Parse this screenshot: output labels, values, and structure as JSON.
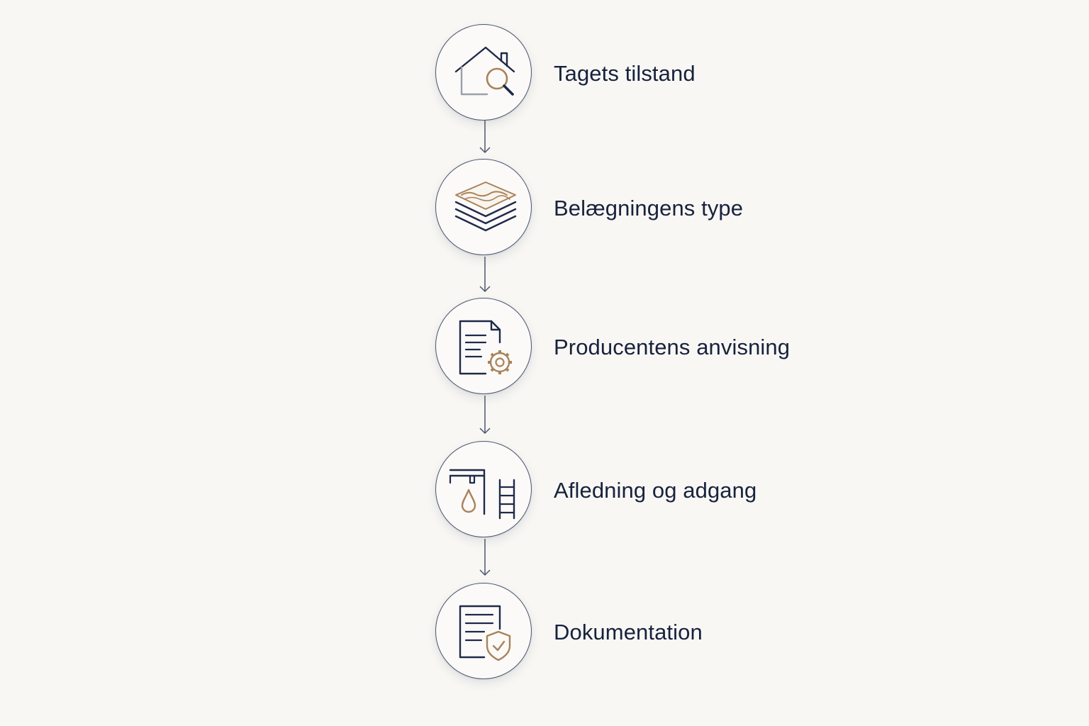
{
  "steps": [
    {
      "label": "Tagets tilstand",
      "icon": "house-magnifier-icon"
    },
    {
      "label": "Belægningens type",
      "icon": "layers-icon"
    },
    {
      "label": "Producentens anvisning",
      "icon": "document-gear-icon"
    },
    {
      "label": "Afledning og adgang",
      "icon": "gutter-drop-ladder-icon"
    },
    {
      "label": "Dokumentation",
      "icon": "document-shield-icon"
    }
  ],
  "colors": {
    "background": "#f8f7f4",
    "navy": "#1e2a4a",
    "accent": "#a9825a",
    "grey": "#9aa0ab"
  }
}
